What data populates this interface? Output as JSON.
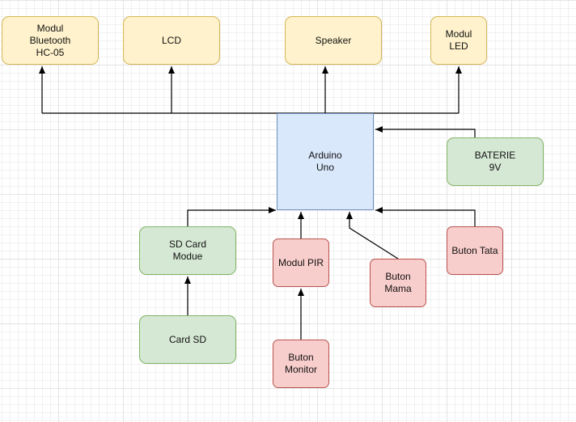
{
  "diagram": {
    "nodes": {
      "bluetooth": "Modul\nBluetooth\nHC-05",
      "lcd": "LCD",
      "speaker": "Speaker",
      "led": "Modul\nLED",
      "arduino": "Arduino\nUno",
      "baterie": "BATERIE\n9V",
      "sdcard_module": "SD Card\nModue",
      "card_sd": "Card SD",
      "pir": "Modul PIR",
      "buton_monitor": "Buton\nMonitor",
      "buton_mama": "Buton\nMama",
      "buton_tata": "Buton Tata"
    },
    "colors": {
      "edge": "#000000",
      "yellow_fill": "#fff2cc",
      "green_fill": "#d5e8d4",
      "red_fill": "#f8cecc",
      "blue_fill": "#dae8fc"
    }
  }
}
